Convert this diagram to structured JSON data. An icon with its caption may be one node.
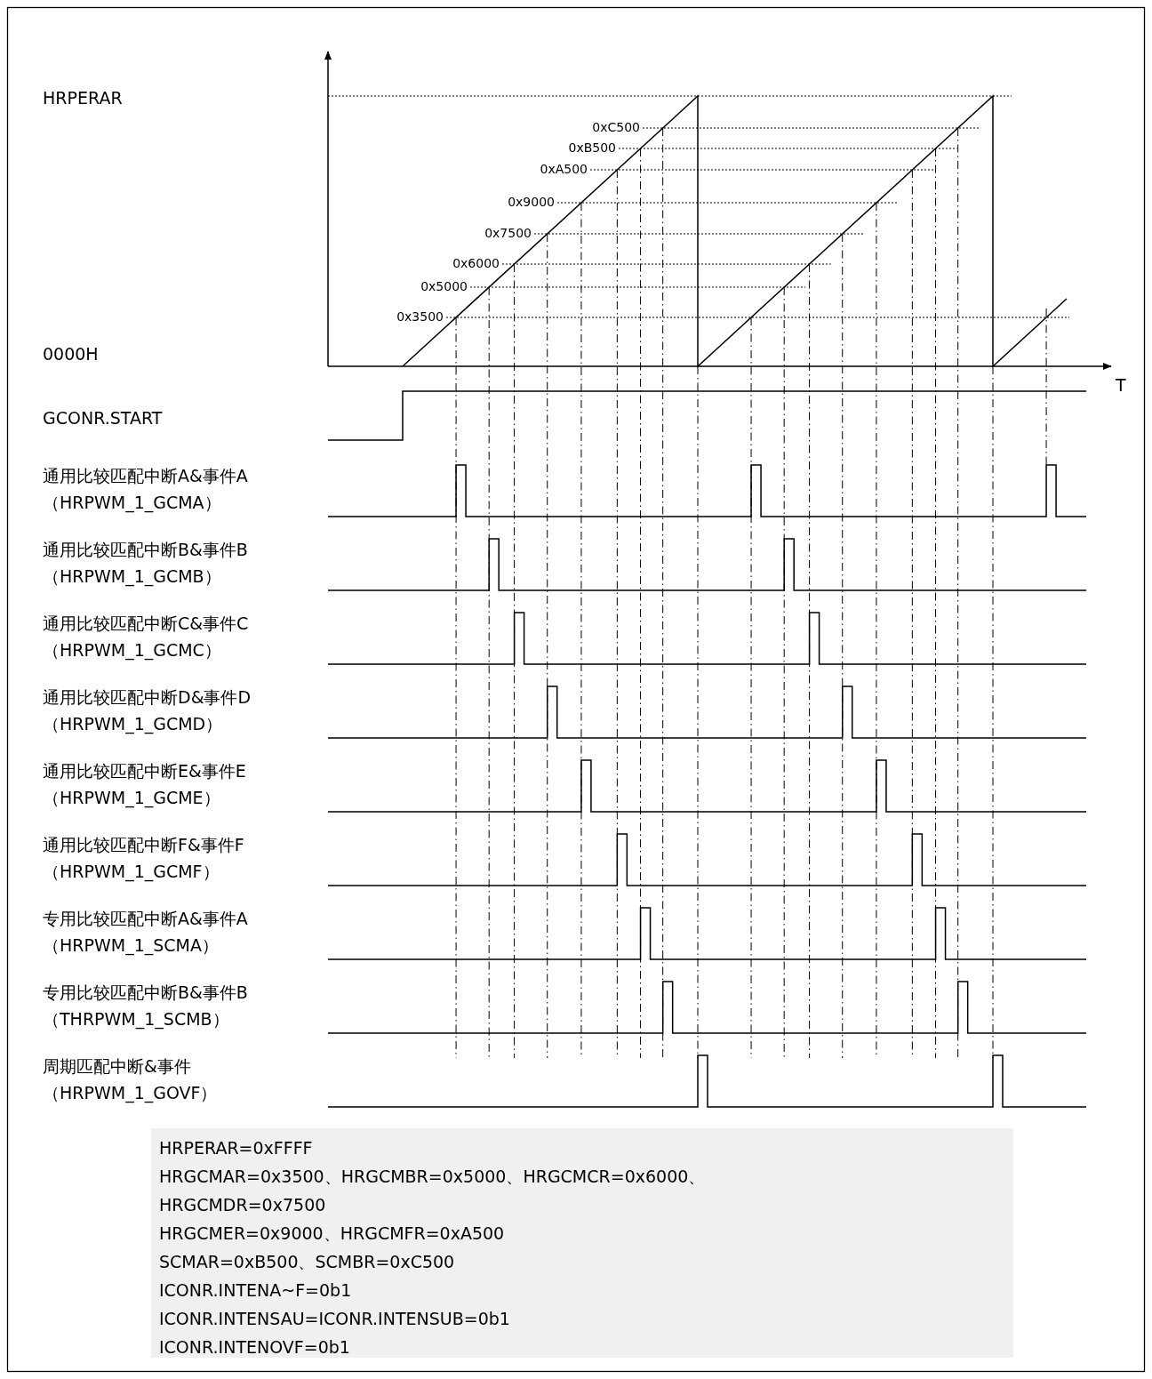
{
  "diagram": {
    "nodes": [
      {
        "text": [
          "HRPERAR=0xFFFF",
          "HRGCMAR=0x3500、HRGCMBR=0x5000、HRGCMCR=0x6000、",
          "HRGCMDR=0x7500",
          "HRGCMER=0x9000、HRGCMFR=0xA500",
          "SCMAR=0xB500、SCMBR=0xC500",
          "ICONR.INTENA~F=0b1",
          "ICONR.INTENSAU=ICONR.INTENSUB=0b1",
          "ICONR.INTENOVF=0b1"
        ]
      }
    ],
    "labels": [
      "HRPERAR",
      "0xC500",
      "0xB500",
      "0xA500",
      "0x9000",
      "0x7500",
      "0x6000",
      "0x5000",
      "0x3500",
      "0000H",
      "T",
      "GCONR.START",
      "通用比较匹配中断A&事件A",
      "（HRPWM_1_GCMA）",
      "通用比较匹配中断B&事件B",
      "（HRPWM_1_GCMB）",
      "通用比较匹配中断C&事件C",
      "（HRPWM_1_GCMC）",
      "通用比较匹配中断D&事件D",
      "（HRPWM_1_GCMD）",
      "通用比较匹配中断E&事件E",
      "（HRPWM_1_GCME）",
      "通用比较匹配中断F&事件F",
      "（HRPWM_1_GCMF）",
      "专用比较匹配中断A&事件A",
      "（HRPWM_1_SCMA）",
      "专用比较匹配中断B&事件B",
      "（THRPWM_1_SCMB）",
      "周期匹配中断&事件",
      "（HRPWM_1_GOVF）"
    ]
  }
}
